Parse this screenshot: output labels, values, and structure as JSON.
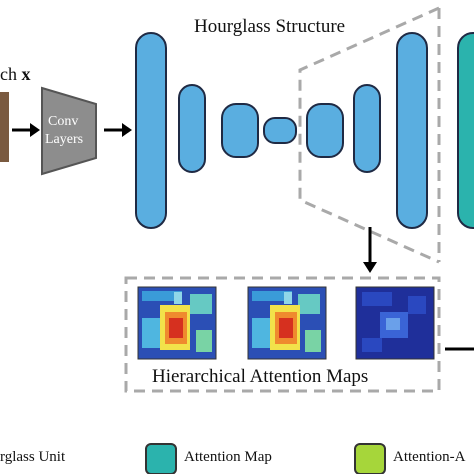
{
  "diagram": {
    "title": "Hourglass Structure",
    "input_label": "ch",
    "input_symbol": "x",
    "conv_label_line1": "Conv",
    "conv_label_line2": "Layers",
    "maps_title": "Hierarchical Attention Maps",
    "colors": {
      "hourglass_unit": "#5aaee0",
      "attention_map": "#2bb3ad",
      "attention_aware": "#a6d63a",
      "conv": "#8d8d8d",
      "dashed": "#a9a9a9"
    }
  },
  "legend": {
    "items": [
      {
        "label": "rglass Unit"
      },
      {
        "label": "Attention Map"
      },
      {
        "label": "Attention-A"
      }
    ]
  }
}
